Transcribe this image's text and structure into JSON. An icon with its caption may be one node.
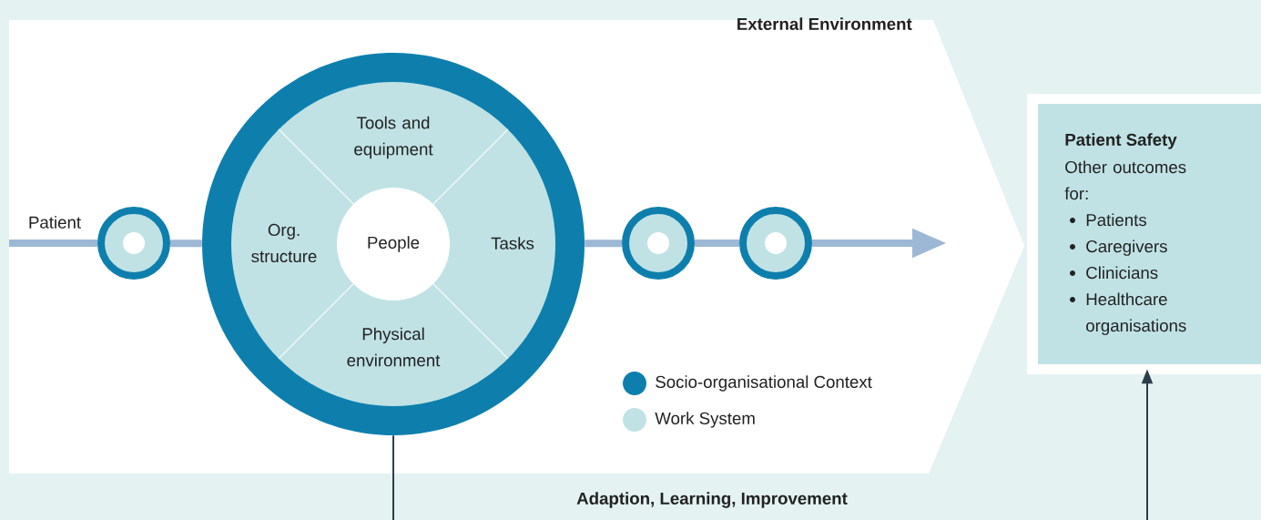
{
  "diagram": {
    "nodes": [
      {
        "text": [
          "External Environment"
        ]
      },
      {
        "text": [],
        "shape": "circle",
        "in": 0
      },
      {
        "text": [],
        "shape": "circle",
        "in": 0
      },
      {
        "text": [
          "Tools and equipment"
        ],
        "in": 2
      },
      {
        "text": [
          "Org. structure"
        ],
        "in": 2
      },
      {
        "text": [
          "People"
        ],
        "in": 2
      },
      {
        "text": [
          "Tasks"
        ],
        "in": 2
      },
      {
        "text": [
          "Physical environment"
        ],
        "in": 2
      },
      {
        "text": [],
        "shape": "circle",
        "in": 0
      },
      {
        "text": [],
        "shape": "circle",
        "in": 0
      },
      {
        "text": [
          "Patient Safety",
          "Other outcomes for:",
          "Patients",
          "Caregivers",
          "Clinicians",
          "Healthcare organisations"
        ]
      }
    ],
    "edges": [
      {
        "from": null,
        "to": 1,
        "arrow": "none",
        "label": "Patient"
      },
      {
        "from": 1,
        "to": 2,
        "arrow": "none"
      },
      {
        "from": 2,
        "to": 8,
        "arrow": "none"
      },
      {
        "from": 8,
        "to": 9,
        "arrow": "none"
      },
      {
        "from": 9,
        "to": null,
        "arrow": "to"
      },
      {
        "from": 2,
        "to": null,
        "arrow": "none",
        "color": "#2d3e4a"
      },
      {
        "from": null,
        "to": 10,
        "arrow": "to",
        "color": "#2d3e4a"
      }
    ],
    "labels": [
      "Adaption, Learning, Improvement"
    ],
    "legend": [
      {
        "text": "Socio-organisational Context",
        "color": "#0e7fad"
      },
      {
        "text": "Work System",
        "color": "#c0e2e5"
      }
    ]
  }
}
